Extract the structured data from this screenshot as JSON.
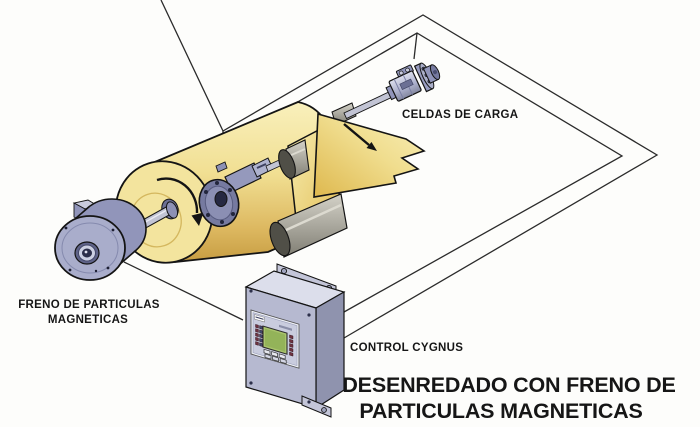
{
  "diagram": {
    "labels": {
      "load_cells": "CELDAS DE CARGA",
      "brake_line1": "FRENO DE PARTICULAS",
      "brake_line2": "MAGNETICAS",
      "controller": "CONTROL CYGNUS"
    },
    "title": {
      "line1": "DESENREDADO CON FRENO DE",
      "line2": "PARTICULAS MAGNETICAS"
    },
    "colors": {
      "background": "#fdfdfb",
      "outline": "#141414",
      "roll_yellow": "#f3e49e",
      "web_yellow": "#f0dd8e",
      "metal_blue": "#9599bc",
      "roller_gray": "#aaa89e",
      "enclosure_gray": "#b6b9d0",
      "screen_green": "#a9c46c"
    },
    "icons": [
      "rotation-arrow-icon",
      "web-direction-arrow-icon"
    ]
  }
}
